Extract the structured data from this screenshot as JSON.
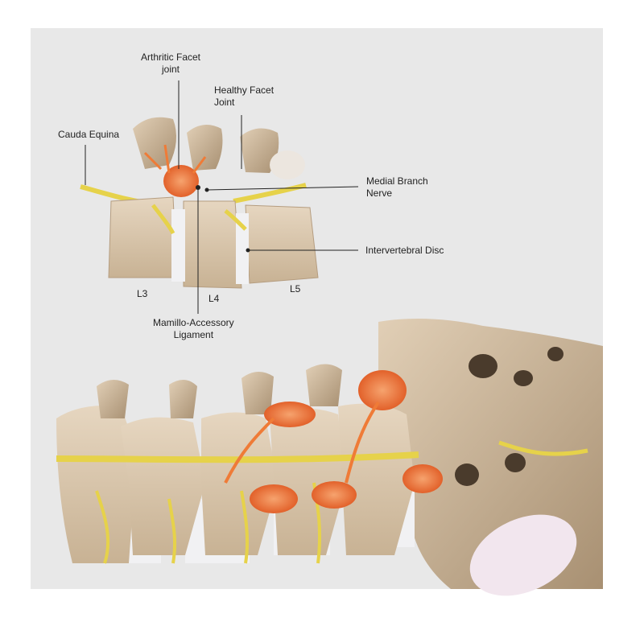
{
  "labels": {
    "arthritic_facet": "Arthritic Facet\njoint",
    "healthy_facet": "Healthy Facet\nJoint",
    "cauda_equina": "Cauda Equina",
    "medial_branch": "Medial Branch\nNerve",
    "intervertebral_disc": "Intervertebral Disc",
    "l3": "L3",
    "l4": "L4",
    "l5": "L5",
    "mamillo": "Mamillo-Accessory\nLigament"
  },
  "colors": {
    "background": "#e8e8e8",
    "bone": "#dcc9b0",
    "bone_shadow": "#b9a285",
    "disc": "#f1f1f3",
    "nerve": "#e6d24a",
    "inflamed": "#ee7a3a"
  }
}
